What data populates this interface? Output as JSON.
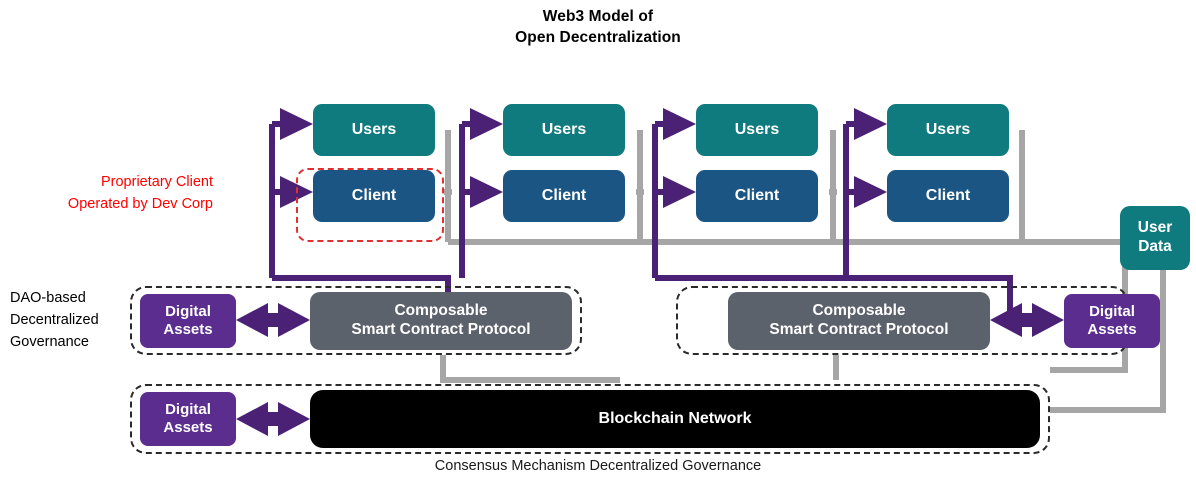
{
  "title": {
    "line1": "Web3 Model of",
    "line2": "Open Decentralization"
  },
  "labels": {
    "proprietary_client": "Proprietary Client",
    "operated_by": "Operated by Dev Corp",
    "dao_line1": "DAO-based",
    "dao_line2": "Decentralized",
    "dao_line3": "Governance",
    "caption": "Consensus Mechanism Decentralized Governance"
  },
  "nodes": {
    "users_label": "Users",
    "client_label": "Client",
    "user_data_line1": "User",
    "user_data_line2": "Data",
    "assets_line1": "Digital",
    "assets_line2": "Assets",
    "protocol_line1": "Composable",
    "protocol_line2": "Smart Contract Protocol",
    "blockchain_label": "Blockchain Network"
  },
  "node_columns": [
    {
      "id": "col-1",
      "users": "Users",
      "client": "Client"
    },
    {
      "id": "col-2",
      "users": "Users",
      "client": "Client"
    },
    {
      "id": "col-3",
      "users": "Users",
      "client": "Client"
    },
    {
      "id": "col-4",
      "users": "Users",
      "client": "Client"
    }
  ],
  "colors": {
    "users": "#0f7b7f",
    "client": "#1b5584",
    "assets": "#5b2d8e",
    "protocol": "#5c626b",
    "blockchain": "#000000",
    "purple_wire": "#4b2175",
    "gray_wire": "#a6a6a6",
    "red_dash": "#ff0000",
    "dash_border": "#2a2a2a",
    "background": "#ffffff"
  },
  "chart_data": {
    "type": "diagram",
    "title": "Web3 Model of Open Decentralization",
    "groups": [
      {
        "name": "node-row",
        "items": [
          "Users",
          "Client",
          "Users",
          "Client",
          "Users",
          "Client",
          "Users",
          "Client"
        ]
      },
      {
        "name": "governance-row",
        "items": [
          "Digital Assets",
          "Composable Smart Contract Protocol",
          "Composable Smart Contract Protocol",
          "Digital Assets"
        ]
      },
      {
        "name": "consensus-row",
        "items": [
          "Digital Assets",
          "Blockchain Network"
        ]
      },
      {
        "name": "data-store",
        "items": [
          "User Data"
        ]
      }
    ],
    "annotations": [
      "Proprietary Client Operated by Dev Corp",
      "DAO-based Decentralized Governance",
      "Consensus Mechanism Decentralized Governance"
    ]
  }
}
